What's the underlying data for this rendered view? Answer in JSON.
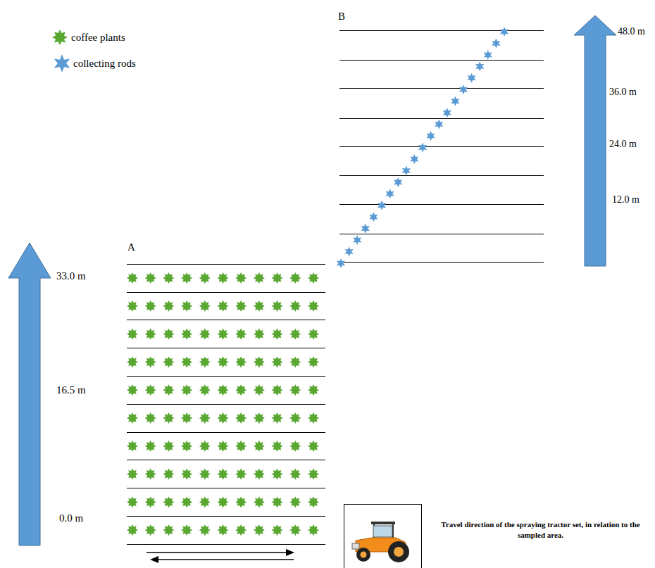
{
  "diagram": {
    "labels": [
      "A",
      "B",
      "33.0 m",
      "16.5 m",
      "0.0 m",
      "48.0 m",
      "36.0 m",
      "24.0 m",
      "12.0 m",
      "Travel direction of the spraying tractor set, in relation to the sampled area."
    ],
    "legend": [
      {
        "text": "coffee plants",
        "color": "#5aa832"
      },
      {
        "text": "collecting rods",
        "color": "#5b9bd5"
      }
    ]
  }
}
